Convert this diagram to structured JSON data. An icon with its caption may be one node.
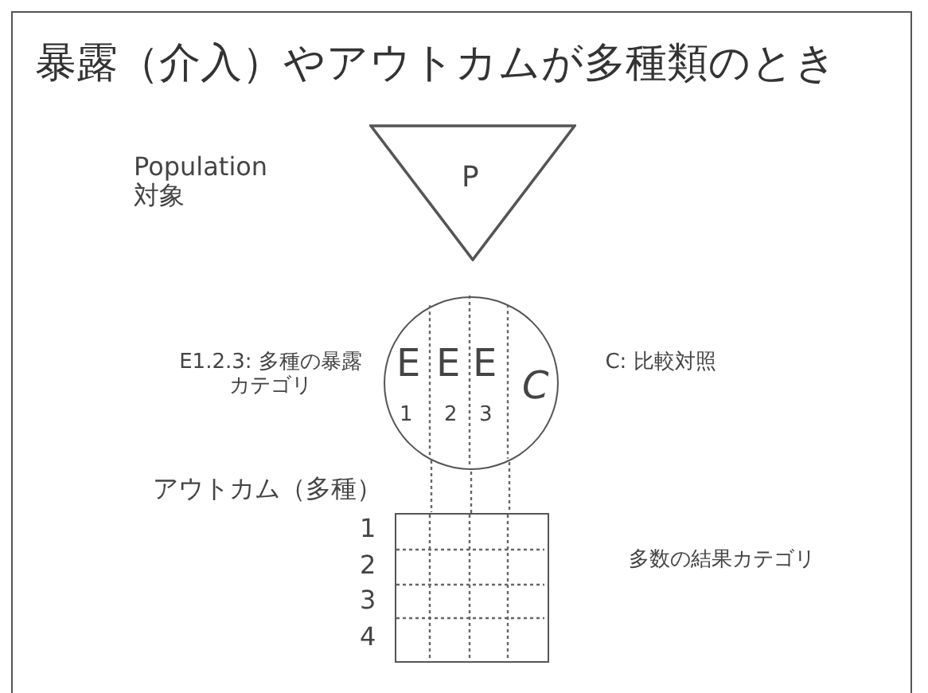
{
  "diagram": {
    "title": "暴露（介入）やアウトカムが多種類のとき",
    "nodes": [
      {
        "text": [
          "P"
        ]
      },
      {
        "text": [
          "E",
          "E",
          "E",
          "C",
          "1",
          "2",
          "3"
        ],
        "beside": [
          "C: 比較対照"
        ]
      },
      {
        "text": [],
        "shape": "box",
        "beside": [
          "アウトカム（多種）",
          "1",
          "2",
          "3",
          "4",
          "多数の結果カテゴリ"
        ]
      }
    ],
    "edges": [
      {
        "from": 1,
        "to": 2,
        "arrow": "none",
        "style": "dashed"
      },
      {
        "from": 1,
        "to": 2,
        "arrow": "none",
        "style": "dashed"
      },
      {
        "from": 1,
        "to": 2,
        "arrow": "none",
        "style": "dashed"
      }
    ],
    "labels": [
      "Population 対象",
      "E1.2.3: 多種の暴露カテゴリ"
    ]
  }
}
